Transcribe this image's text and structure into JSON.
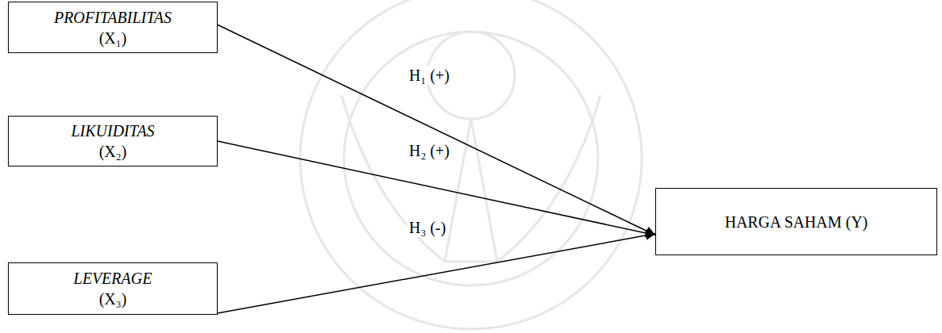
{
  "diagram": {
    "nodes": [
      {
        "text": [
          "PROFITABILITAS",
          "(X₁)"
        ]
      },
      {
        "text": [
          "LIKUIDITAS",
          "(X₂)"
        ]
      },
      {
        "text": [
          "LEVERAGE",
          "(X₃)"
        ]
      },
      {
        "text": [
          "HARGA SAHAM (Y)"
        ]
      }
    ],
    "edges": [
      {
        "from": 0,
        "to": 3,
        "label": "H₁ (+)",
        "arrow": "to"
      },
      {
        "from": 1,
        "to": 3,
        "label": "H₂ (+)",
        "arrow": "to"
      },
      {
        "from": 2,
        "to": 3,
        "label": "H₃ (-)",
        "arrow": "to"
      }
    ]
  }
}
